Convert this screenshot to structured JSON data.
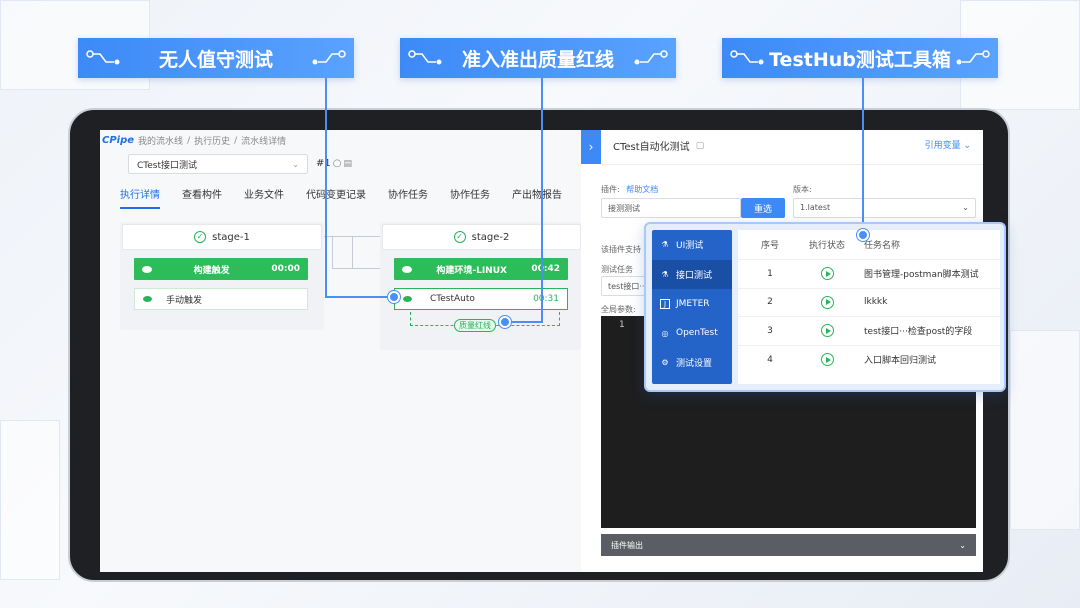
{
  "callouts": {
    "left": "无人值守测试",
    "middle": "准入准出质量红线",
    "right": "TestHub测试工具箱"
  },
  "breadcrumb": {
    "logo": "CPipe",
    "items": [
      "我的流水线",
      "执行历史",
      "流水线详情"
    ]
  },
  "pipeline": {
    "selector_value": "CTest接口测试",
    "run_number": "#1",
    "tabs": [
      "执行详情",
      "查看构件",
      "业务文件",
      "代码变更记录",
      "协作任务",
      "协作任务",
      "产出物报告"
    ],
    "stage1": {
      "name": "stage-1",
      "job1": {
        "name": "构建触发",
        "time": "00:00"
      },
      "job2": {
        "name": "手动触发"
      }
    },
    "stage2": {
      "name": "stage-2",
      "job1": {
        "name": "构建环境-LINUX",
        "time": "00:42"
      },
      "job2": {
        "name": "CTestAuto",
        "time": "00:31"
      },
      "quality_gate": "质量红线"
    }
  },
  "plugin_panel": {
    "title": "CTest自动化测试",
    "var_link": "引用变量",
    "plugin_label": "插件:",
    "help_link": "帮助文档",
    "plugin_value": "接测测试",
    "select_button": "重选",
    "version_label": "版本:",
    "version_value": "1.latest",
    "support_label": "该插件支持",
    "task_label": "测试任务",
    "task_value": "test接口···",
    "global_params_label": "全局参数:",
    "editor_line": "1",
    "output_label": "插件输出"
  },
  "testhub": {
    "menu": [
      {
        "icon": "flask-icon",
        "label": "UI测试",
        "active": false
      },
      {
        "icon": "flask-icon",
        "label": "接口测试",
        "active": true
      },
      {
        "icon": "jmeter-icon",
        "label": "JMETER",
        "active": false
      },
      {
        "icon": "compass-icon",
        "label": "OpenTest",
        "active": false
      },
      {
        "icon": "gear-icon",
        "label": "测试设置",
        "active": false
      }
    ],
    "columns": [
      "序号",
      "执行状态",
      "任务名称"
    ],
    "rows": [
      {
        "no": "1",
        "name": "图书管理-postman脚本测试"
      },
      {
        "no": "2",
        "name": "lkkkk"
      },
      {
        "no": "3",
        "name": "test接口···检查post的字段"
      },
      {
        "no": "4",
        "name": "入口脚本回归测试"
      }
    ]
  }
}
